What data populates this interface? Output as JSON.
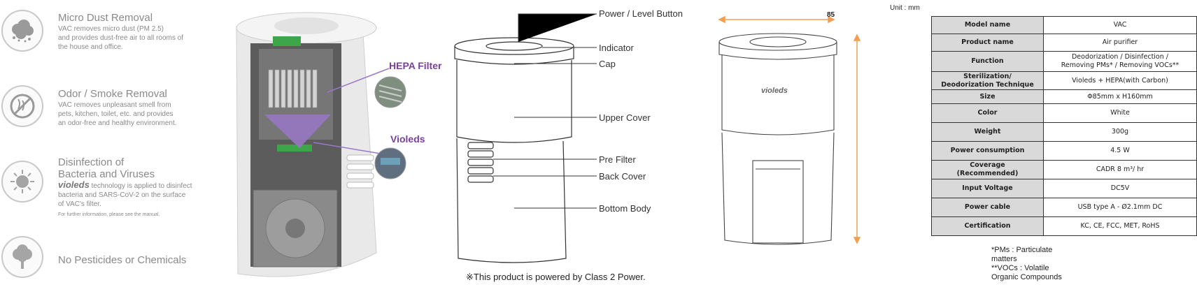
{
  "features": [
    {
      "title": "Micro Dust Removal",
      "lines": [
        "VAC removes micro dust (PM 2.5)",
        "and provides dust-free air to all rooms of",
        "the house and office."
      ],
      "icon": "dust-cloud-icon"
    },
    {
      "title": "Odor / Smoke Removal",
      "lines": [
        "VAC removes unpleasant smell from",
        "pets, kitchen, toilet, etc. and provides",
        "an odor-free and healthy environment."
      ],
      "icon": "no-smoking-icon"
    },
    {
      "title_lines": [
        "Disinfection of",
        "Bacteria and Viruses"
      ],
      "brand": "violeds",
      "lines": [
        " technology is applied to disinfect",
        "bacteria and  SARS-CoV-2  on the surface",
        "of VAC's filter."
      ],
      "note": "For further information, please see the manual.",
      "icon": "virus-icon"
    },
    {
      "title": "No Pesticides or Chemicals",
      "icon": "tree-icon"
    }
  ],
  "cutaway": {
    "hepa_label": "HEPA Filter",
    "violeds_label": "Violeds"
  },
  "callouts": {
    "power": "Power / Level Button",
    "indicator": "Indicator",
    "cap": "Cap",
    "upper_cover": "Upper Cover",
    "pre_filter": "Pre Filter",
    "back_cover": "Back Cover",
    "bottom_body": "Bottom Body",
    "class2_note": "※This product is powered by Class 2 Power."
  },
  "dimension": {
    "width_label": "85",
    "brand_on_body": "violeds"
  },
  "spec": {
    "unit": "Unit : mm",
    "rows": [
      {
        "k": [
          "Model name"
        ],
        "v": [
          "VAC"
        ]
      },
      {
        "k": [
          "Product name"
        ],
        "v": [
          "Air purifier"
        ]
      },
      {
        "k": [
          "Function"
        ],
        "v": [
          "Deodorization / Disinfection /",
          "Removing PMs* / Removing VOCs**"
        ]
      },
      {
        "k": [
          "Sterilization/",
          "Deodorization Technique"
        ],
        "v": [
          "Violeds + HEPA(with Carbon)"
        ]
      },
      {
        "k": [
          "Size"
        ],
        "v": [
          "Φ85mm x H160mm"
        ]
      },
      {
        "k": [
          "Color"
        ],
        "v": [
          "White"
        ]
      },
      {
        "k": [
          "Weight"
        ],
        "v": [
          "300g"
        ]
      },
      {
        "k": [
          "Power consumption"
        ],
        "v": [
          "4.5 W"
        ]
      },
      {
        "k": [
          "Coverage",
          "(Recommended)"
        ],
        "v": [
          "CADR 8 m³/ hr"
        ]
      },
      {
        "k": [
          "Input Voltage"
        ],
        "v": [
          "DC5V"
        ]
      },
      {
        "k": [
          "Power cable"
        ],
        "v": [
          "USB type A - Ø2.1mm DC"
        ]
      },
      {
        "k": [
          "Certification"
        ],
        "v": [
          "KC, CE, FCC, MET, RoHS"
        ]
      }
    ],
    "notes": [
      "*PMs : Particulate",
      "matters",
      "**VOCs : Volatile",
      "Organic Compounds"
    ]
  },
  "colors": {
    "accent_purple": "#7b3fa0",
    "dimension_orange": "#f0a050",
    "header_gray": "#d9d9d9"
  }
}
